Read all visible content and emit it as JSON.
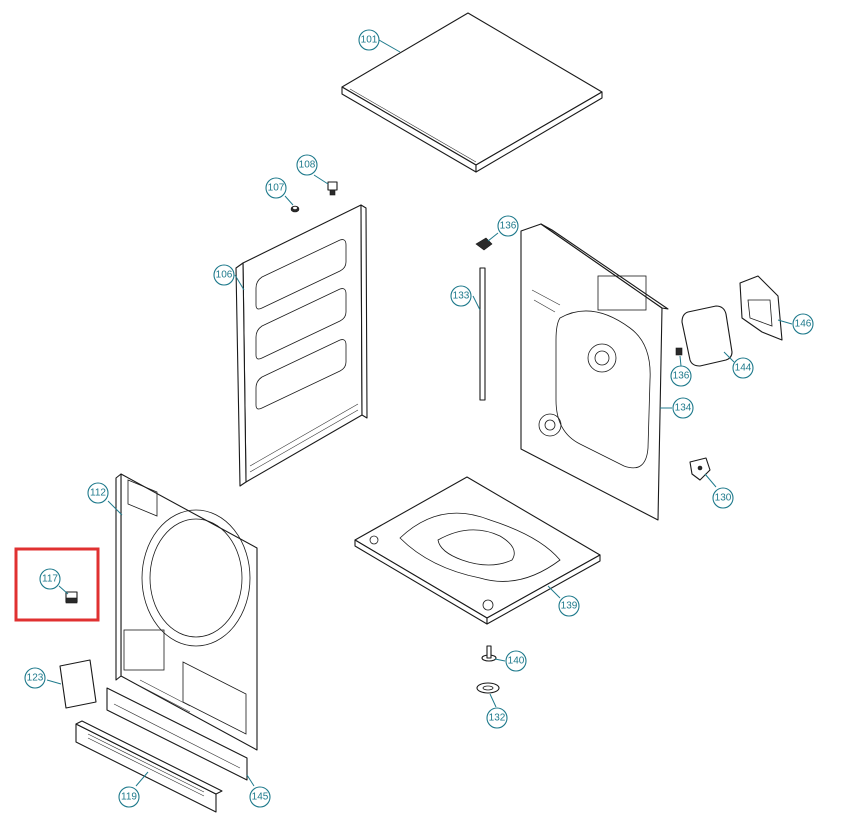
{
  "diagram": {
    "type": "exploded-parts-view",
    "highlight_color": "#e03131",
    "callout_color": "#1f7a8c",
    "highlighted_part": "117",
    "callouts": {
      "c101": "101",
      "c107": "107",
      "c108": "108",
      "c106": "106",
      "c136a": "136",
      "c133": "133",
      "c146": "146",
      "c144": "144",
      "c136b": "136",
      "c134": "134",
      "c130": "130",
      "c112": "112",
      "c117": "117",
      "c139": "139",
      "c140": "140",
      "c132": "132",
      "c123": "123",
      "c119": "119",
      "c145": "145"
    }
  }
}
